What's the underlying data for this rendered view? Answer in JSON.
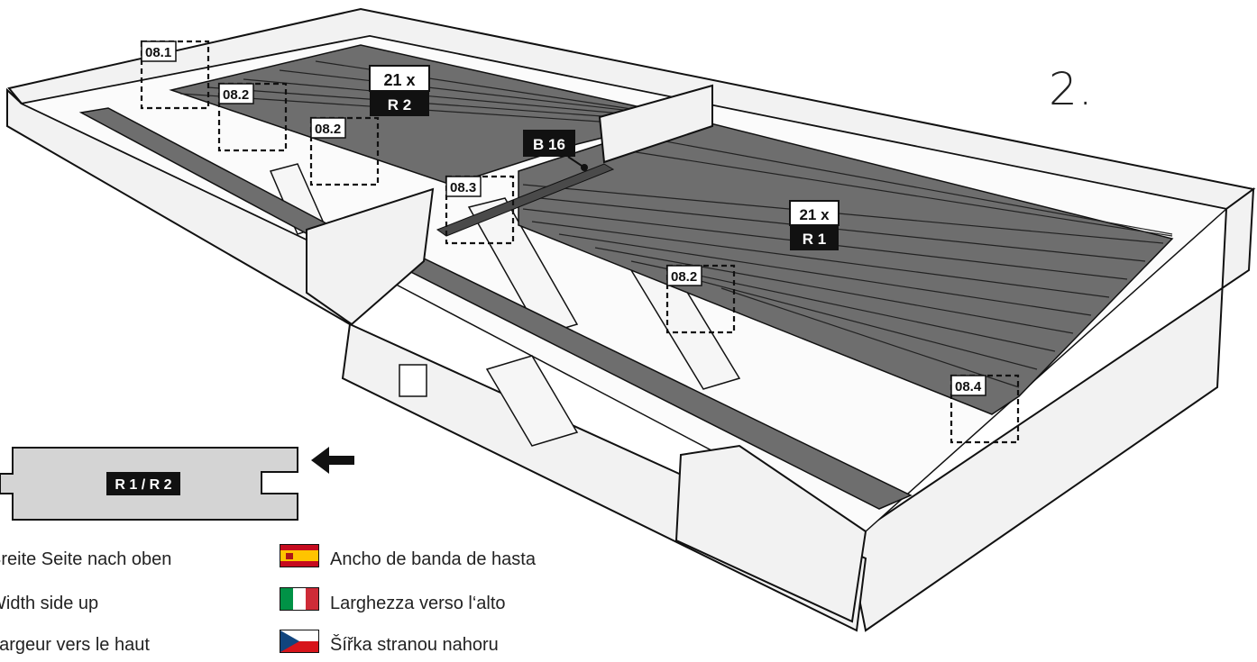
{
  "step": "2.",
  "callouts": [
    {
      "id": "08.1",
      "label": "08.1"
    },
    {
      "id": "08.2a",
      "label": "08.2"
    },
    {
      "id": "08.2b",
      "label": "08.2"
    },
    {
      "id": "08.3",
      "label": "08.3"
    },
    {
      "id": "08.2c",
      "label": "08.2"
    },
    {
      "id": "08.4",
      "label": "08.4"
    }
  ],
  "board_r2": {
    "count": "21 x",
    "code": "R 2"
  },
  "board_r1": {
    "count": "21 x",
    "code": "R 1"
  },
  "part_b16": "B 16",
  "profile_label": "R 1 / R 2",
  "instructions": {
    "de": "Breite Seite nach oben",
    "en": "Width side up",
    "fr": "Largeur vers le haut",
    "es": "Ancho de banda de hasta",
    "it": "Larghezza verso l‘alto",
    "cz": "Šířka stranou nahoru"
  },
  "colors": {
    "board": "#6e6e6e",
    "board_dark": "#4a4a4a",
    "frame": "#f2f2f2",
    "outline": "#111111",
    "label_bg": "#111111"
  }
}
